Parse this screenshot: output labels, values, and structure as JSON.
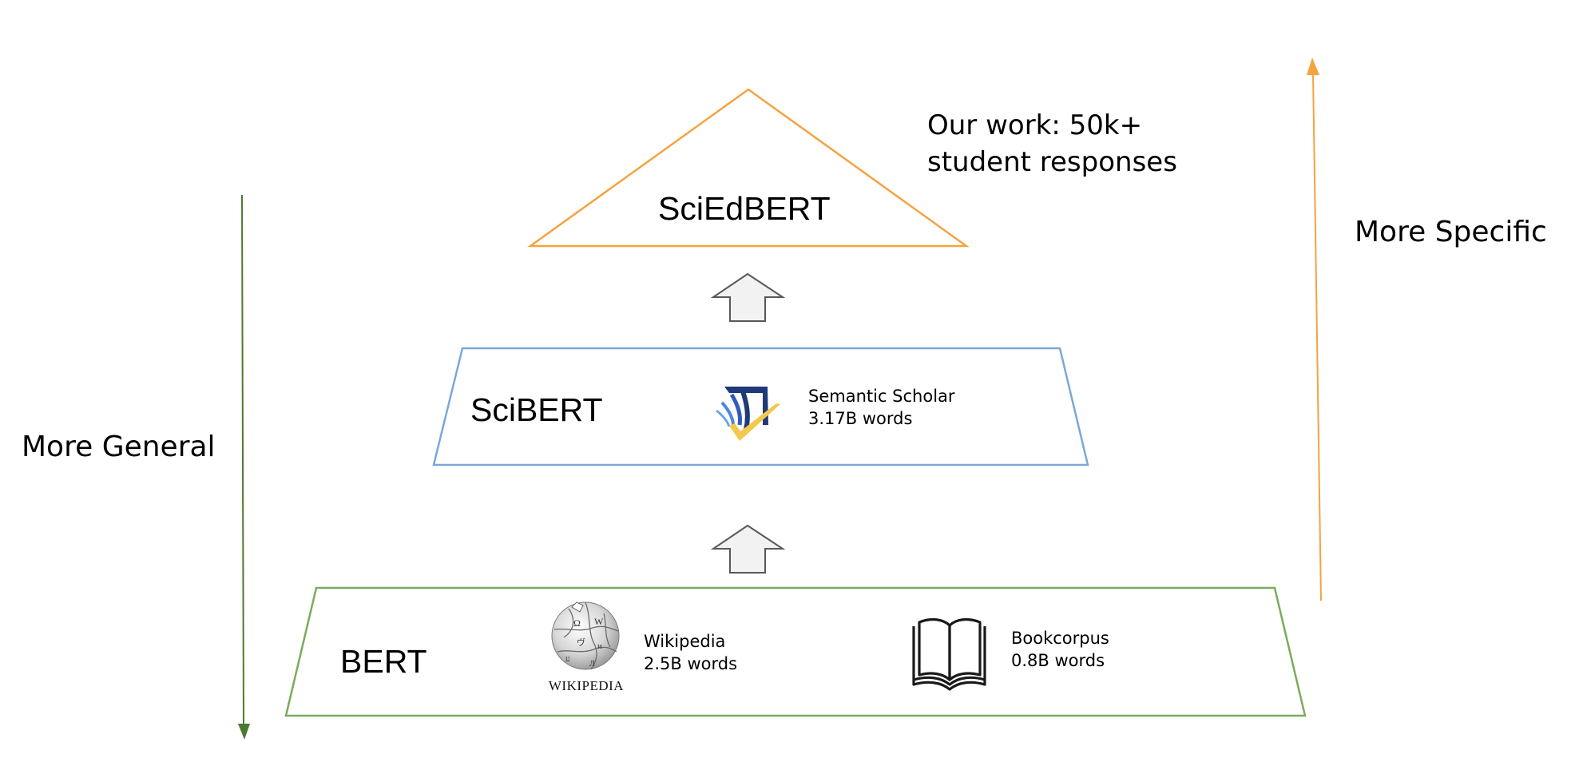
{
  "labels": {
    "more_general": "More General",
    "more_specific": "More Specific",
    "our_work_line1": "Our work: 50k+",
    "our_work_line2": "student responses"
  },
  "levels": {
    "top": {
      "name": "SciEdBERT",
      "outline_color": "#F4A340"
    },
    "middle": {
      "name": "SciBERT",
      "outline_color": "#7BA7D9",
      "source": {
        "name": "Semantic Scholar",
        "size": "3.17B words",
        "icon": "semantic-scholar-logo"
      }
    },
    "bottom": {
      "name": "BERT",
      "outline_color": "#7CAB5B",
      "sources": [
        {
          "name": "Wikipedia",
          "size": "2.5B words",
          "icon": "wikipedia-globe-logo",
          "logo_text": "WIKIPEDIA"
        },
        {
          "name": "Bookcorpus",
          "size": "0.8B words",
          "icon": "open-book-icon"
        }
      ]
    }
  },
  "colors": {
    "general_arrow": "#4A7A2F",
    "specific_arrow": "#F4A340",
    "block_arrow_fill": "#F2F2F2",
    "block_arrow_stroke": "#595959"
  }
}
